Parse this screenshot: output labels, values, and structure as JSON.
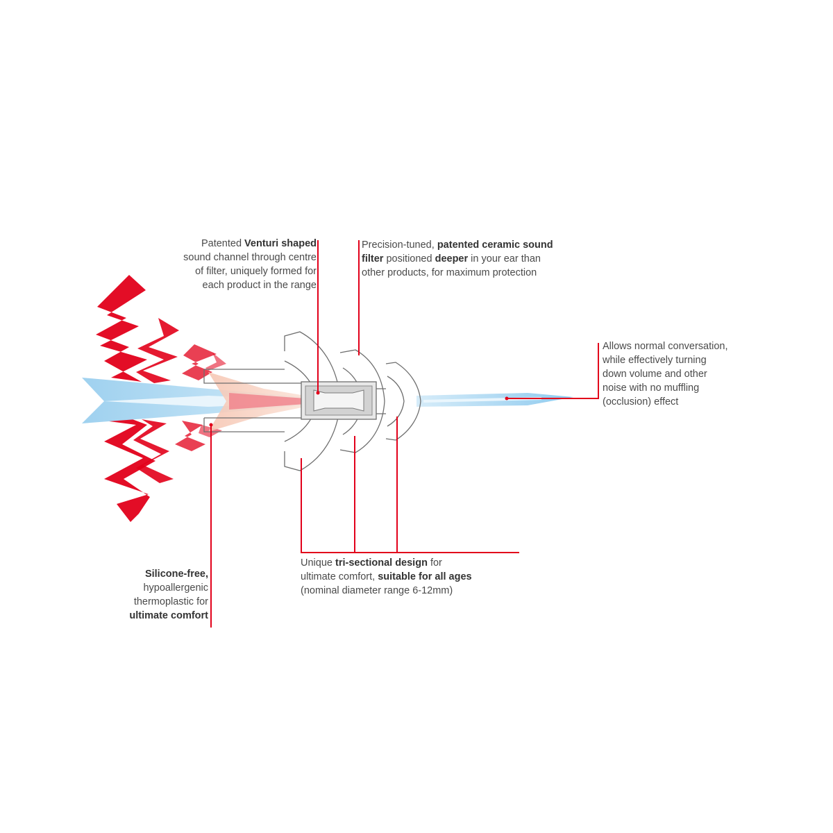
{
  "colors": {
    "accent_red": "#e2001a",
    "sound_blue": "#a9d6f0",
    "sound_blue_light": "#d9eefa",
    "outline_grey": "#6e6e6e",
    "text_grey": "#4a4a4a"
  },
  "labels": {
    "venturi": {
      "l1_pre": "Patented ",
      "l1_bold": "Venturi shaped",
      "l2": "sound channel through centre",
      "l3": "of filter, uniquely formed for",
      "l4": "each product in the range"
    },
    "ceramic": {
      "l1_pre": "Precision-tuned, ",
      "l1_bold": "patented ceramic sound",
      "l2_bold": "filter",
      "l2_mid": " positioned ",
      "l2_bold2": "deeper",
      "l2_post": " in your ear than",
      "l3": "other products, for maximum protection"
    },
    "conversation": {
      "l1": "Allows normal conversation,",
      "l2": "while effectively turning",
      "l3": "down volume and other",
      "l4": "noise with no muffling",
      "l5": "(occlusion) effect"
    },
    "trisectional": {
      "l1_pre": "Unique ",
      "l1_bold": "tri-sectional design",
      "l1_post": " for",
      "l2_pre": "ultimate comfort, ",
      "l2_bold": "suitable for all ages",
      "l3": "(nominal diameter range 6-12mm)"
    },
    "silicone": {
      "l1_bold": "Silicone-free,",
      "l2": "hypoallergenic",
      "l3": "thermoplastic for",
      "l4_bold": "ultimate comfort"
    }
  }
}
